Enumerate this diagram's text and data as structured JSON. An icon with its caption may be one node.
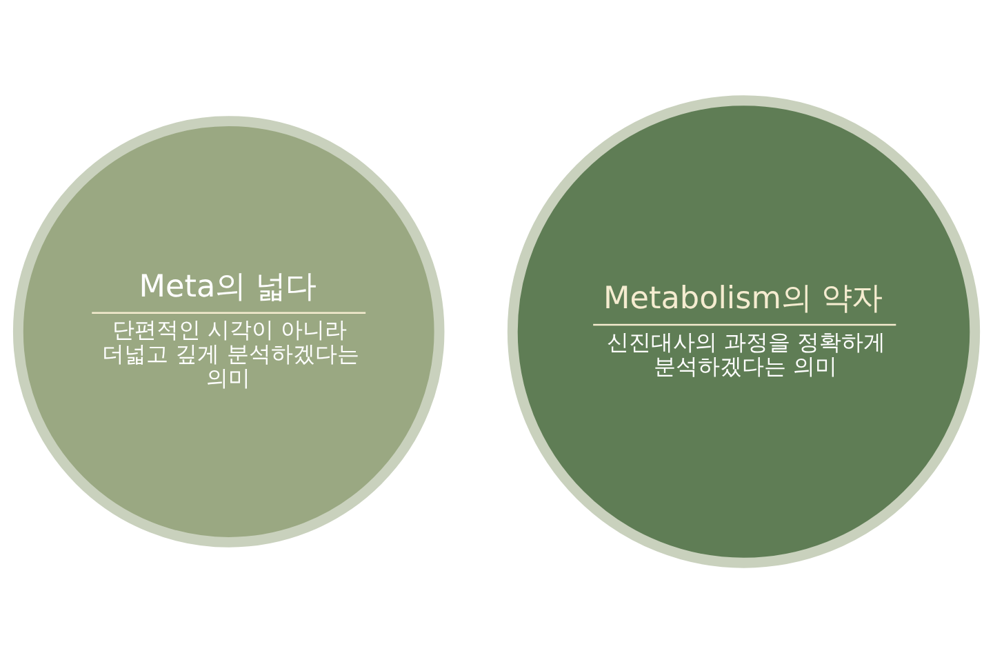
{
  "diagram": {
    "nodes": [
      {
        "text": [
          "Meta의 넓다",
          "단편적인 시각이 아니라 더넓고 깊게 분석하겠다는 의미"
        ]
      },
      {
        "text": [
          "Metabolism의 약자",
          "신진대사의 과정을 정확하게 분석하겠다는 의미"
        ]
      }
    ]
  }
}
